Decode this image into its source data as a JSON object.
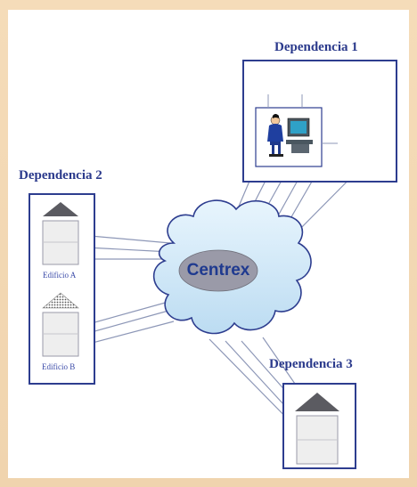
{
  "diagram": {
    "title_dep1": "Dependencia 1",
    "title_dep2": "Dependencia 2",
    "title_dep3": "Dependencia 3",
    "building_a": "Edificio A",
    "building_b": "Edificio B",
    "center_label": "Centrex"
  },
  "colors": {
    "border": "#2d3d8f",
    "cloud_fill": "#cfe7f7",
    "cloud_stroke": "#2d3d8f",
    "ellipse_fill": "#9a9aa8",
    "ellipse_text": "#1f3a8f",
    "link_line": "#8d97b7"
  }
}
